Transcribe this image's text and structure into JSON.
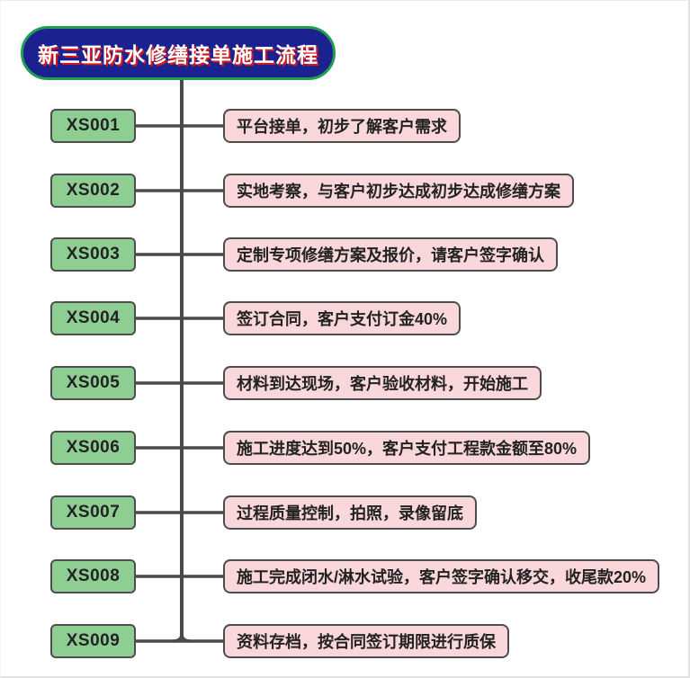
{
  "title": "新三亚防水修缮接单施工流程",
  "colors": {
    "pill_fill": "#1c2190",
    "pill_border": "#1f9e4e",
    "title_text": "#ffffff",
    "title_shadow": "#dd1717",
    "code_box_fill": "#8fce92",
    "desc_box_fill": "#f9d7da",
    "box_border": "#4d4d4d",
    "connector": "#4a4a4a",
    "background": "#ffffff"
  },
  "steps": [
    {
      "code": "XS001",
      "desc": "平台接单，初步了解客户需求"
    },
    {
      "code": "XS002",
      "desc": "实地考察，与客户初步达成初步达成修缮方案"
    },
    {
      "code": "XS003",
      "desc": "定制专项修缮方案及报价，请客户签字确认"
    },
    {
      "code": "XS004",
      "desc": "签订合同，客户支付订金40%"
    },
    {
      "code": "XS005",
      "desc": "材料到达现场，客户验收材料，开始施工"
    },
    {
      "code": "XS006",
      "desc": "施工进度达到50%，客户支付工程款金额至80%"
    },
    {
      "code": "XS007",
      "desc": "过程质量控制，拍照，录像留底"
    },
    {
      "code": "XS008",
      "desc": "施工完成闭水/淋水试验，客户签字确认移交，收尾款20%"
    },
    {
      "code": "XS009",
      "desc": "资料存档，按合同签订期限进行质保"
    }
  ]
}
